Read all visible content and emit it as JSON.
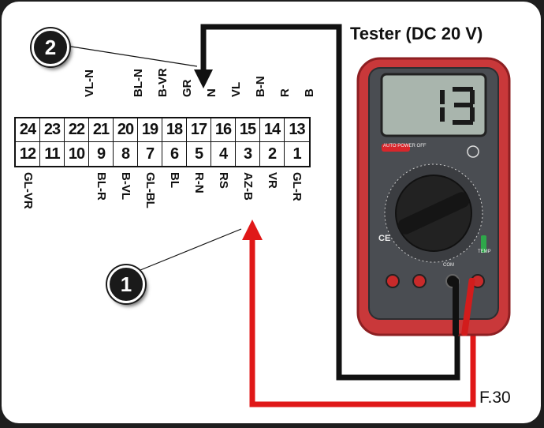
{
  "title": "Tester (DC 20 V)",
  "figure_ref": "F.30",
  "callouts": {
    "one": "1",
    "two": "2"
  },
  "connector": {
    "top_row": [
      "24",
      "23",
      "22",
      "21",
      "20",
      "19",
      "18",
      "17",
      "16",
      "15",
      "14",
      "13"
    ],
    "bottom_row": [
      "12",
      "11",
      "10",
      "9",
      "8",
      "7",
      "6",
      "5",
      "4",
      "3",
      "2",
      "1"
    ],
    "top_labels": [
      "",
      "",
      "VL-N",
      "",
      "BL-N",
      "B-VR",
      "GR",
      "N",
      "VL",
      "B-N",
      "R",
      "B"
    ],
    "bottom_labels": [
      "GL-VR",
      "",
      "",
      "BL-R",
      "B-VL",
      "GL-BL",
      "BL",
      "R-N",
      "RS",
      "AZ-B",
      "VR",
      "GL-R"
    ]
  },
  "meter": {
    "display": "13",
    "auto_power_label": "AUTO POWER OFF",
    "com_label": "COM",
    "temp_label": "TEMP",
    "ce_mark": "CE"
  },
  "colors": {
    "probe_red": "#e01818",
    "probe_black": "#111111",
    "meter_case": "#c9383a",
    "meter_face": "#4a4d52",
    "lcd": "#a9b5ad"
  }
}
